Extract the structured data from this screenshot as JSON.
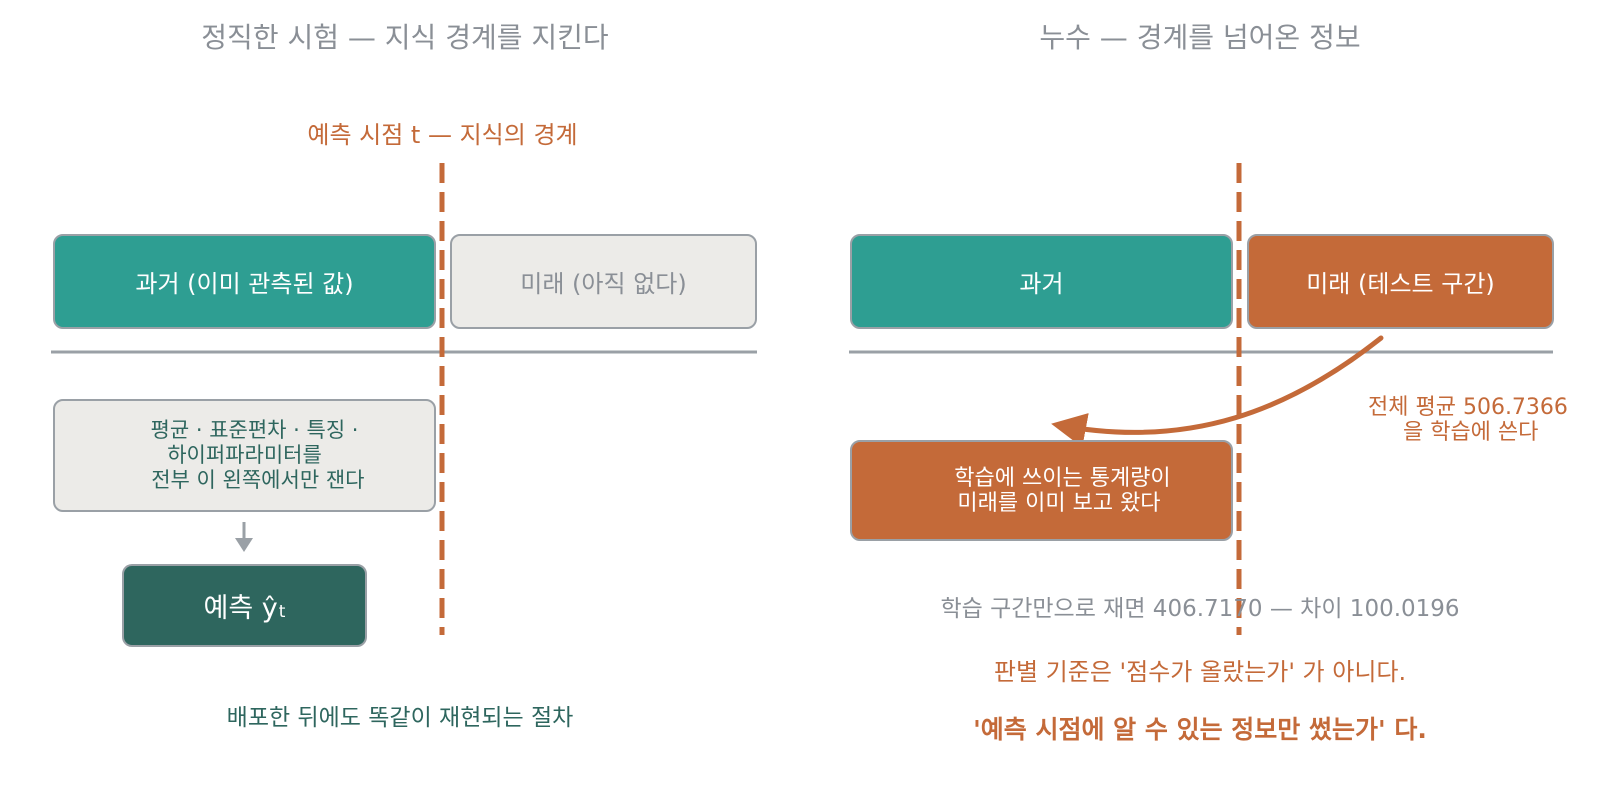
{
  "left": {
    "title": "정직한 시험 — 지식 경계를 지킨다",
    "boundary_label": "예측 시점 t — 지식의 경계",
    "past_box": "과거 (이미 관측된 값)",
    "future_box": "미래 (아직 없다)",
    "measure_note": "   평균 · 표준편차 · 특징 ·\n하이퍼파라미터를\n    전부 이 왼쪽에서만 잰다",
    "prediction_box_main": "예측 ŷ",
    "prediction_box_sub": "t",
    "caption": "배포한 뒤에도 똑같이 재현되는 절차"
  },
  "right": {
    "title": "누수 — 경계를 넘어온 정보",
    "past_box": "과거",
    "future_box": "미래 (테스트 구간)",
    "leak_note": "전체 평균 506.7366\n     을 학습에 쓴다",
    "leak_box": "      학습에 쓰이는 통계량이\n     미래를 이미 보고 왔다",
    "compare_line": "학습 구간만으로 재면 406.7170 — 차이 100.0196",
    "criterion_line1": "판별 기준은 '점수가 올랐는가' 가 아니다.",
    "criterion_line2": "'예측 시점에 알 수 있는 정보만 썼는가' 다."
  },
  "colors": {
    "teal": "#2e9e92",
    "orange": "#c46a39",
    "dark_teal": "#2e665e",
    "light_gray": "#ecebe8",
    "gray_text": "#8a8f96",
    "border_gray": "#9aa0a6"
  }
}
